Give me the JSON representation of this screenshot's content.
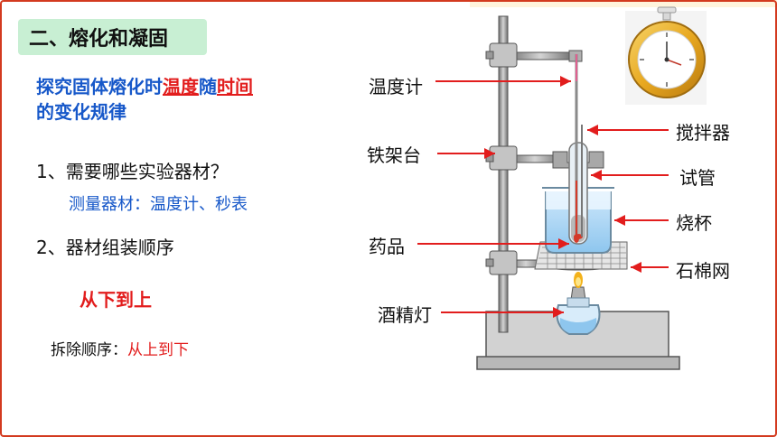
{
  "title": "二、熔化和凝固",
  "heading": {
    "prefix": "探究固体熔化时",
    "word1": "温度",
    "mid": "随",
    "word2": "时间",
    "line2": "的变化规律"
  },
  "q1": "1、需要哪些实验器材？",
  "instruments": "测量器材：温度计、秒表",
  "q2": "2、器材组装顺序",
  "assembly_order": "从下到上",
  "removal_label": "拆除顺序：",
  "removal_order": "从上到下",
  "labels": {
    "thermometer": "温度计",
    "stand": "铁架台",
    "drug": "药品",
    "lamp": "酒精灯",
    "stirrer": "搅拌器",
    "tube": "试管",
    "beaker": "烧杯",
    "gauze": "石棉网"
  },
  "colors": {
    "title_bg": "#c8efd3",
    "heading_blue": "#1758c9",
    "accent_red": "#e21d1d",
    "frame_red": "#d33a1f"
  }
}
